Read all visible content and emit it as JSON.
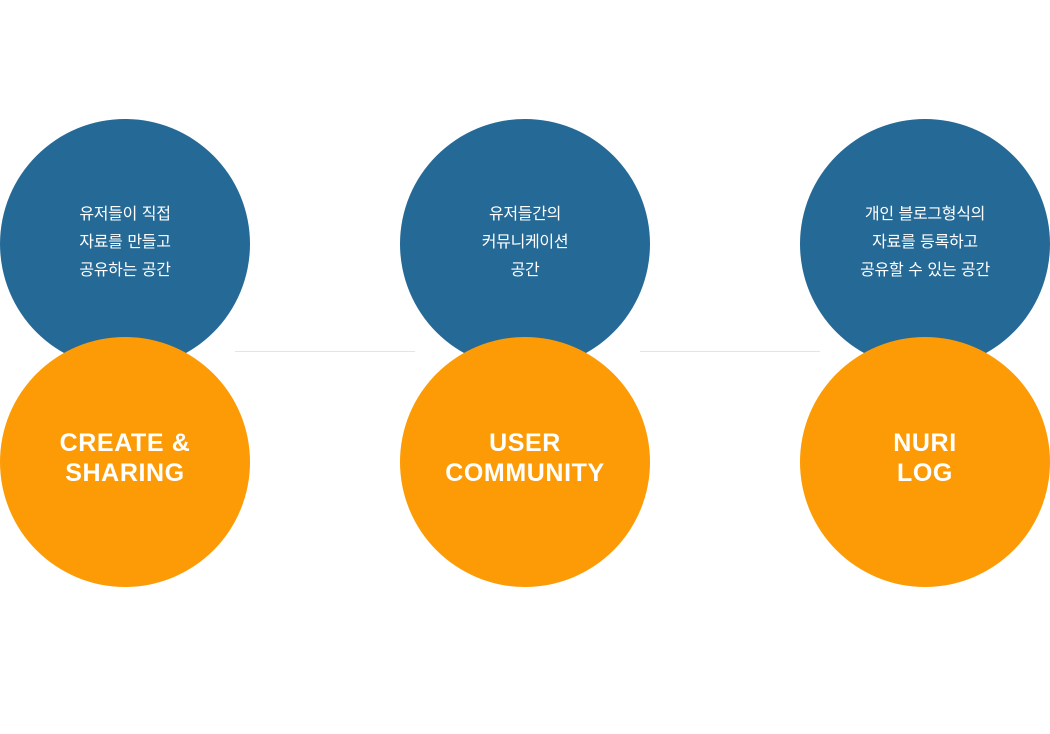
{
  "features": [
    {
      "description_lines": [
        "유저들이 직접",
        "자료를 만들고",
        "공유하는 공간"
      ],
      "title_lines": [
        "CREATE &",
        "SHARING"
      ]
    },
    {
      "description_lines": [
        "유저들간의",
        "커뮤니케이션",
        "공간"
      ],
      "title_lines": [
        "USER",
        "COMMUNITY"
      ]
    },
    {
      "description_lines": [
        "개인 블로그형식의",
        "자료를 등록하고",
        "공유할 수 있는 공간"
      ],
      "title_lines": [
        "NURI",
        "LOG"
      ]
    }
  ],
  "colors": {
    "description_circle": "#256a96",
    "title_circle": "#fc9b06",
    "text": "#ffffff",
    "connector": "#e4e4e4"
  }
}
